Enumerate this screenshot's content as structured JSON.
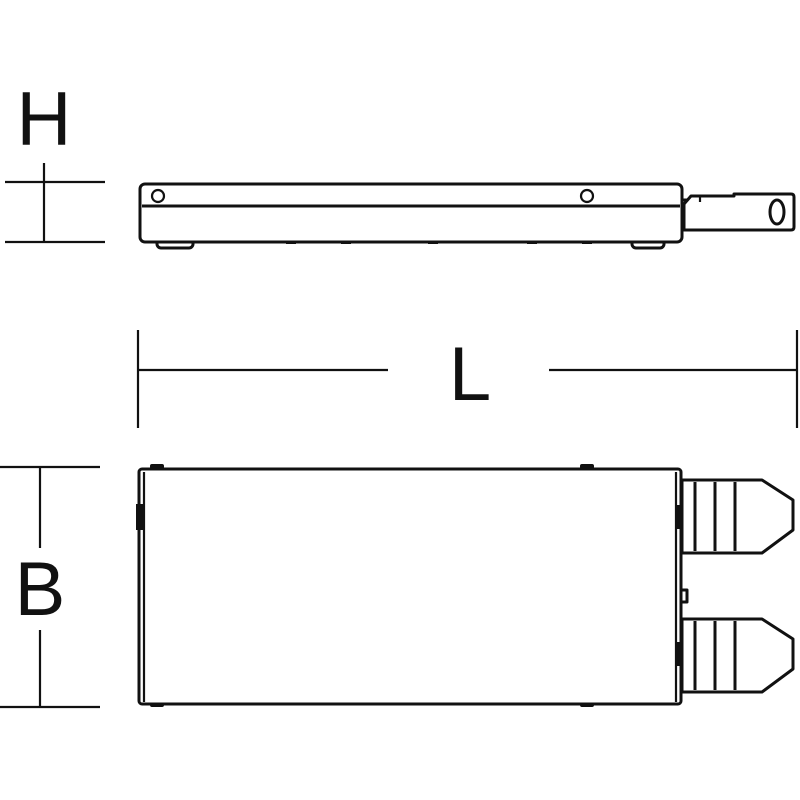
{
  "labels": {
    "height": "H",
    "length": "L",
    "width": "B"
  },
  "colors": {
    "line": "#111111",
    "background": "#ffffff"
  }
}
